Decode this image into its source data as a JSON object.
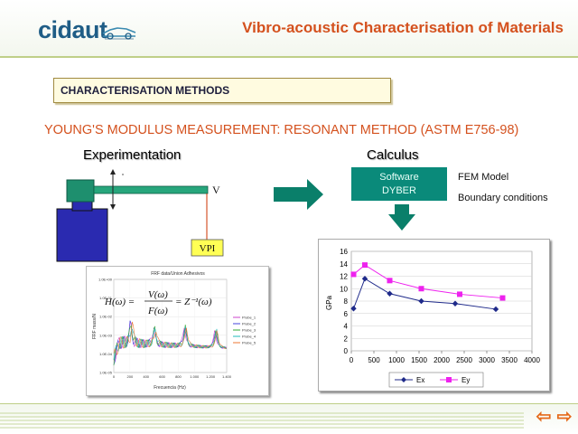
{
  "header": {
    "logo_text": "cidaut",
    "title": "Vibro-acoustic Characterisation of Materials"
  },
  "section": {
    "label": "CHARACTERISATION METHODS"
  },
  "subtitle": "YOUNG'S MODULUS MEASUREMENT: RESONANT METHOD (ASTM E756-98)",
  "experimentation": {
    "heading": "Experimentation",
    "label_v": "V",
    "label_vpi": "VPI",
    "frf": {
      "title": "FRF data/Union Adhesivos",
      "equation": "H(ω) = V(ω) / F(ω) = Z⁻¹(ω)",
      "ylabel": "FRF mass/N",
      "xlabel": "Frecuencia (Hz)",
      "yticks": [
        "1.0E+00",
        "1.0E-01",
        "1.0E-02",
        "1.0E-03",
        "1.0E-04",
        "1.0E-05"
      ],
      "xticks": [
        "0",
        "200",
        "400",
        "600",
        "800",
        "1.000",
        "1.200",
        "1.400"
      ],
      "legend": [
        "Probe_1",
        "Probe_2",
        "Probe_3",
        "Probe_4",
        "Probe_5"
      ],
      "legend_colors": [
        "#cc44cc",
        "#4444dd",
        "#33aa33",
        "#22bbbb",
        "#ee7733"
      ]
    }
  },
  "calculus": {
    "heading": "Calculus",
    "software_line1": "Software",
    "software_line2": "DYBER",
    "fem_model": "FEM Model",
    "boundary_conditions": "Boundary conditions"
  },
  "chart_data": {
    "type": "line",
    "title": "",
    "xlabel": "",
    "ylabel": "GPa",
    "xlim": [
      0,
      4000
    ],
    "ylim": [
      0,
      16
    ],
    "xticks": [
      0,
      500,
      1000,
      1500,
      2000,
      2500,
      3000,
      3500,
      4000
    ],
    "yticks": [
      0,
      2,
      4,
      6,
      8,
      10,
      12,
      14,
      16
    ],
    "grid": true,
    "legend_position": "bottom",
    "series": [
      {
        "name": "Ex",
        "color": "#1f2a8a",
        "marker": "diamond",
        "x": [
          50,
          300,
          850,
          1550,
          2300,
          3200
        ],
        "values": [
          6.8,
          11.6,
          9.2,
          8.0,
          7.6,
          6.7
        ]
      },
      {
        "name": "Ey",
        "color": "#ee22ee",
        "marker": "square",
        "x": [
          50,
          300,
          850,
          1550,
          2400,
          3350
        ],
        "values": [
          12.3,
          13.8,
          11.3,
          10.0,
          9.1,
          8.5
        ]
      }
    ]
  },
  "nav": {
    "prev": "⇦",
    "next": "⇨"
  }
}
